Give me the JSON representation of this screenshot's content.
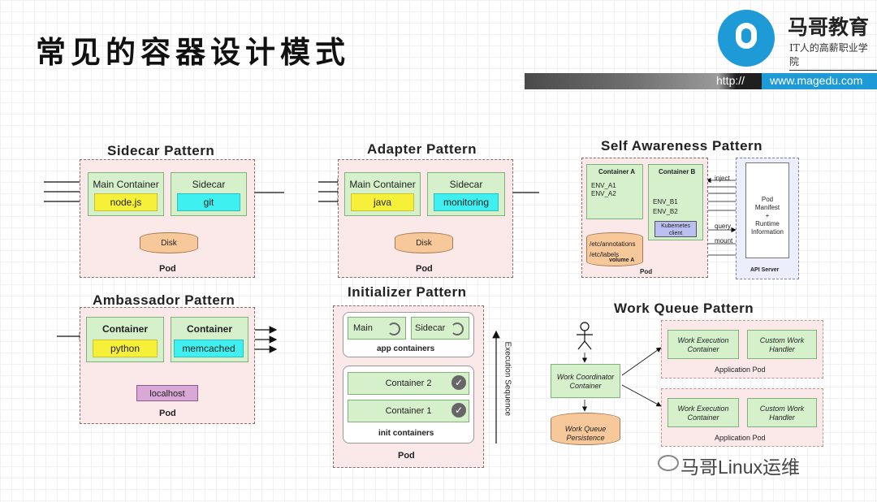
{
  "header": {
    "title": "常见的容器设计模式",
    "brand": "马哥教育",
    "brand_sub": "IT人的高薪职业学院",
    "url_prefix": "http://",
    "url": "www.magedu.com"
  },
  "sidecar": {
    "title": "Sidecar Pattern",
    "main": "Main Container",
    "main_app": "node.js",
    "side": "Sidecar",
    "side_app": "git",
    "disk": "Disk",
    "pod": "Pod"
  },
  "adapter": {
    "title": "Adapter Pattern",
    "main": "Main Container",
    "main_app": "java",
    "side": "Sidecar",
    "side_app": "monitoring",
    "disk": "Disk",
    "pod": "Pod"
  },
  "ambassador": {
    "title": "Ambassador Pattern",
    "c1": "Container",
    "c1_app": "python",
    "c2": "Container",
    "c2_app": "memcached",
    "local": "localhost",
    "pod": "Pod"
  },
  "initializer": {
    "title": "Initializer Pattern",
    "main": "Main",
    "sidecar": "Sidecar",
    "app_containers": "app containers",
    "c2": "Container 2",
    "c1": "Container 1",
    "init_containers": "init containers",
    "pod": "Pod",
    "axis": "Execution Sequence"
  },
  "self_awareness": {
    "title": "Self Awareness Pattern",
    "a": "Container A",
    "b": "Container B",
    "env_a1": "ENV_A1",
    "env_a2": "ENV_A2",
    "env_b1": "ENV_B1",
    "env_b2": "ENV_B2",
    "client": "Kubernetes client",
    "annotations": "/etc/annotations",
    "labels": "/etc/labels",
    "volume": "volume A",
    "pod": "Pod",
    "inject": "inject",
    "query": "query",
    "mount": "mount",
    "manifest_lines": [
      "Pod",
      "Manifest",
      "+",
      "Runtime",
      "Information"
    ],
    "api": "API Server"
  },
  "work_queue": {
    "title": "Work Queue Pattern",
    "coord": "Work Coordinator Container",
    "persist": "Work Queue Persistence",
    "exec": "Work Execution Container",
    "handler": "Custom Work Handler",
    "app_pod": "Application Pod"
  },
  "watermark": "马哥Linux运维"
}
